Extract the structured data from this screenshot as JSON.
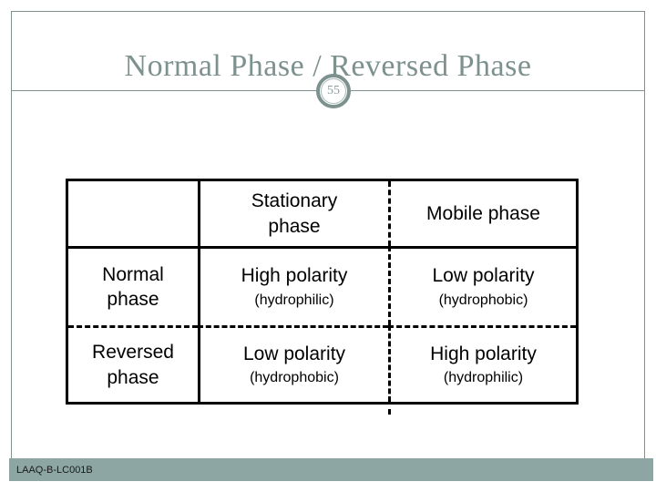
{
  "slide": {
    "title": "Normal Phase / Reversed Phase",
    "page_number": "55",
    "footer_code": "LAAQ-B-LC001B"
  },
  "colors": {
    "accent": "#7D918F",
    "accent-soft": "#A9BAB8",
    "page-num": "#8C9E9C",
    "band": "#8DA6A4",
    "ink": "#000000",
    "footer-ink": "#1A1A1A"
  },
  "table": {
    "header": {
      "corner": "",
      "stationary": "Stationary\nphase",
      "mobile": "Mobile phase"
    },
    "rows": [
      {
        "label": "Normal\nphase",
        "stationary": {
          "main": "High polarity",
          "sub": "(hydrophilic)"
        },
        "mobile": {
          "main": "Low polarity",
          "sub": "(hydrophobic)"
        }
      },
      {
        "label": "Reversed\nphase",
        "stationary": {
          "main": "Low polarity",
          "sub": "(hydrophobic)"
        },
        "mobile": {
          "main": "High polarity",
          "sub": "(hydrophilic)"
        }
      }
    ]
  }
}
